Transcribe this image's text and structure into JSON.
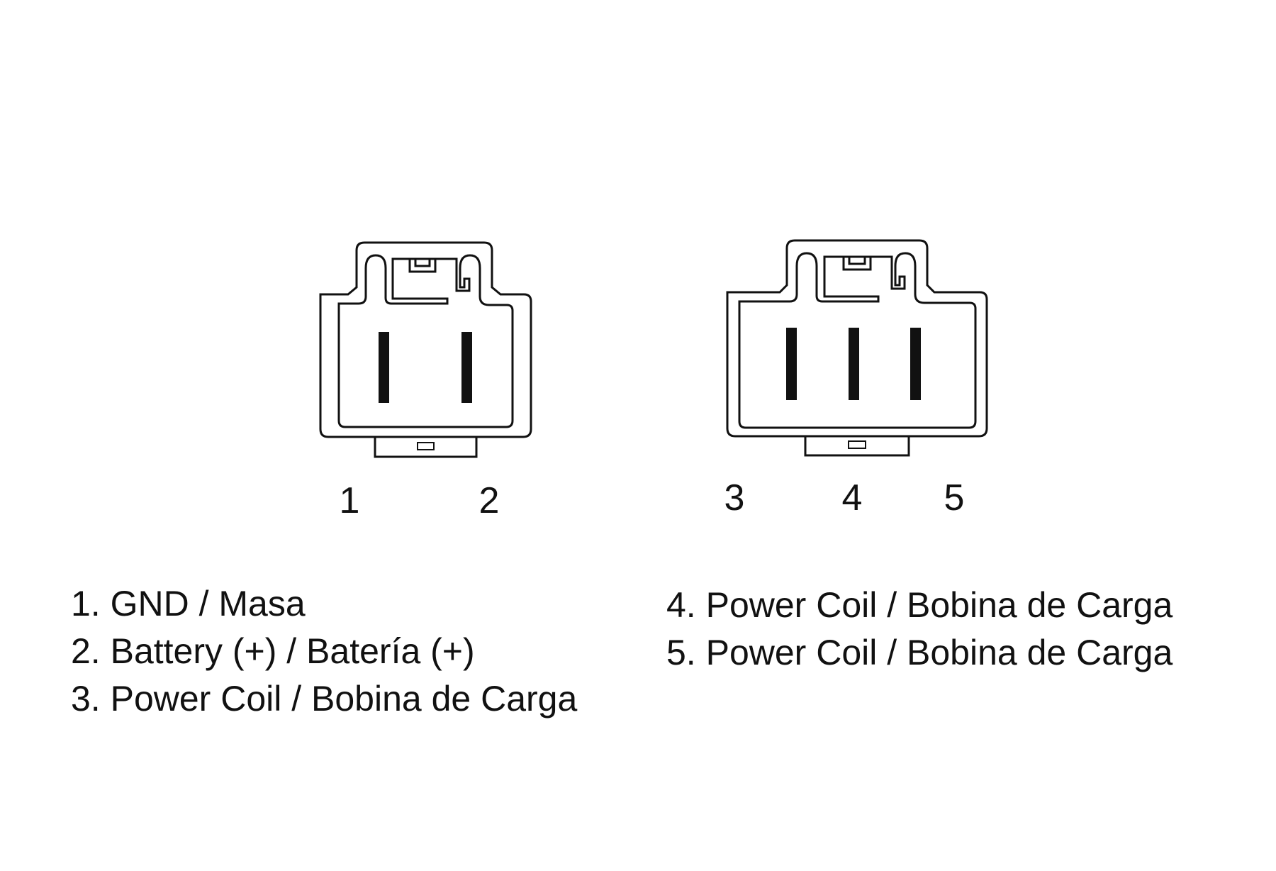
{
  "connectors": [
    {
      "name": "2-pin connector",
      "pins": [
        "1",
        "2"
      ]
    },
    {
      "name": "3-pin connector",
      "pins": [
        "3",
        "4",
        "5"
      ]
    }
  ],
  "legend": {
    "left": [
      "1. GND / Masa",
      "2. Battery (+) / Batería (+)",
      "3. Power Coil / Bobina de Carga"
    ],
    "right": [
      "4. Power Coil / Bobina de Carga",
      "5. Power Coil / Bobina de Carga"
    ]
  },
  "colors": {
    "line": "#111111",
    "background": "#ffffff"
  }
}
